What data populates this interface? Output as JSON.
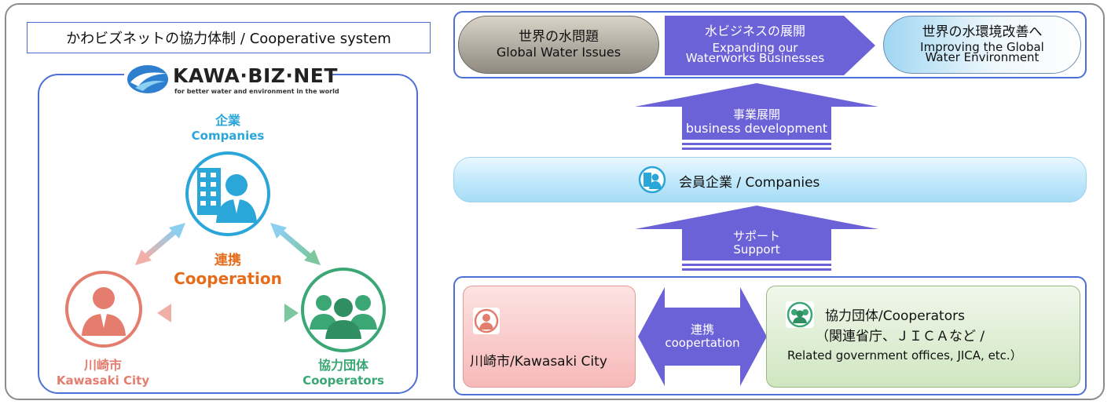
{
  "title": "かわビズネットの協力体制 / Cooperative system",
  "logo": {
    "name": "KAWA·BIZ·NET",
    "tagline": "for better water and environment in the world"
  },
  "left_diagram": {
    "companies": {
      "jp": "企業",
      "en": "Companies",
      "icon": "business-person-building-icon"
    },
    "cooperation": {
      "jp": "連携",
      "en": "Cooperation"
    },
    "city": {
      "jp": "川崎市",
      "en": "Kawasaki City",
      "icon": "person-icon"
    },
    "cooperators": {
      "jp": "協力団体",
      "en": "Cooperators",
      "icon": "group-icon"
    }
  },
  "flow": {
    "issues": {
      "jp": "世界の水問題",
      "en": "Global Water Issues"
    },
    "expanding": {
      "jp": "水ビジネスの展開",
      "en1": "Expanding our",
      "en2": "Waterworks Businesses"
    },
    "improving": {
      "jp": "世界の水環境改善へ",
      "en1": "Improving the Global",
      "en2": "Water Environment"
    }
  },
  "business_development": {
    "jp": "事業展開",
    "en": "business development"
  },
  "member_companies": {
    "label": "会員企業 / Companies",
    "icon": "companies-icon"
  },
  "support": {
    "jp": "サポート",
    "en": "Support"
  },
  "bottom": {
    "city": {
      "label": "川崎市/Kawasaki City",
      "icon": "person-icon"
    },
    "link": {
      "jp": "連携",
      "en": "coopertation"
    },
    "cooperators": {
      "line1": "協力団体/Cooperators",
      "line2": "（関連省庁、ＪＩＣＡなど /",
      "line3": "Related government offices, JICA, etc.）",
      "icon": "group-icon"
    }
  },
  "colors": {
    "accent_blue": "#4d6fd6",
    "arrow_purple": "#6b62d8",
    "teal": "#2aa6d9",
    "cooperation_orange": "#e46c1a",
    "city_red": "#e57d6e",
    "cooperators_green": "#3aa775"
  }
}
